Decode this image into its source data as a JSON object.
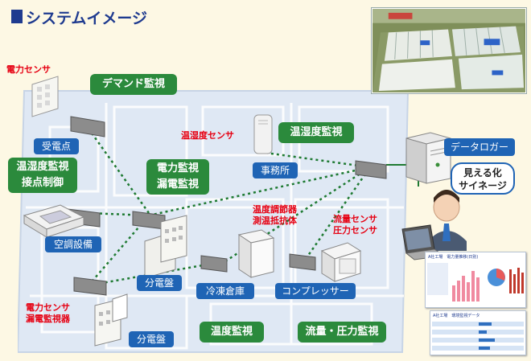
{
  "title": "システムイメージ",
  "green_labels": {
    "demand": "デマンド監視",
    "temp_humid_monitor": "温湿度監視",
    "temp_humid_contact": "温湿度監視\n接点制御",
    "power_leak": "電力監視\n漏電監視",
    "temperature": "温度監視",
    "flow_pressure": "流量・圧力監視"
  },
  "blue_labels": {
    "substation": "受電点",
    "office": "事務所",
    "aircon": "空調設備",
    "panel1": "分電盤",
    "panel2": "分電盤",
    "freezer": "冷凍倉庫",
    "compressor": "コンプレッサー",
    "logger": "データロガー"
  },
  "red_labels": {
    "power_sensor_top": "電力センサ",
    "temp_humid_sensor": "温湿度センサ",
    "temp_controller": "温度調節器\n測温抵抗体",
    "flow_pressure_sensor": "流量センサ\n圧力センサ",
    "power_leak_sensor": "電力センサ\n漏電監視器"
  },
  "callout": "見える化\nサイネージ",
  "signage": {
    "screen1_title": "A社工場　電力量推移(日別)",
    "screen2_title": "A社工場　環境監視データ"
  },
  "colors": {
    "title": "#1f3b8f",
    "green": "#2b8a3c",
    "blue": "#1f64b5",
    "red": "#e60012",
    "floor": "#dfe8f4",
    "background": "#fdf8e4"
  }
}
